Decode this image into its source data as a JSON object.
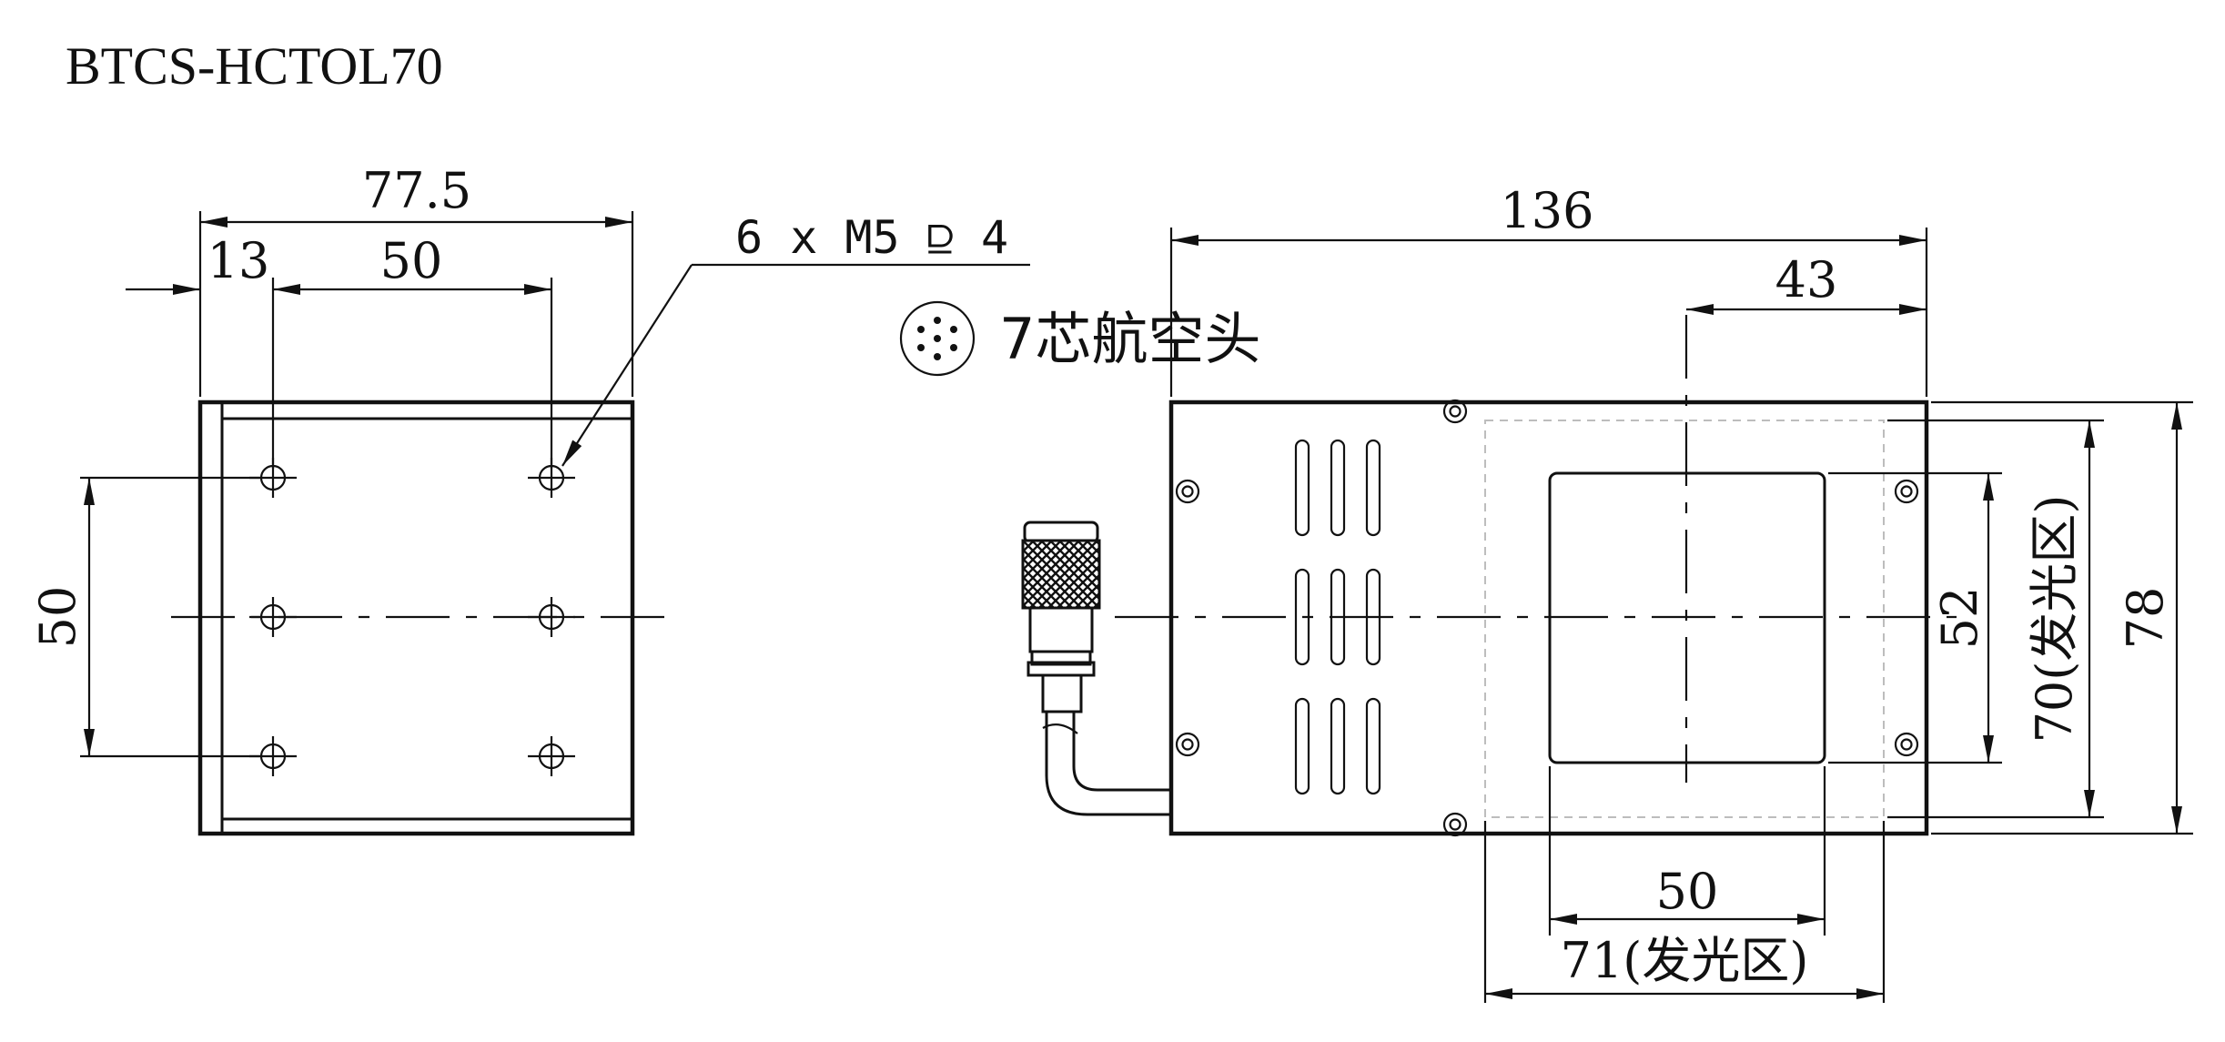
{
  "title": "BTCS-HCTOL70",
  "side_view": {
    "width_label": "77.5",
    "offset_label": "13",
    "hole_spacing_h_label": "50",
    "hole_spacing_v_label": "50",
    "hole_spec": "6 x M5 ⫒ 4"
  },
  "front_view": {
    "length_label": "136",
    "center_offset_label": "43",
    "connector_label": "7芯航空头",
    "window_w_label": "50",
    "emit_w_label": "71(发光区)",
    "window_h_label": "52",
    "emit_h_label": "70(发光区)",
    "height_label": "78"
  }
}
